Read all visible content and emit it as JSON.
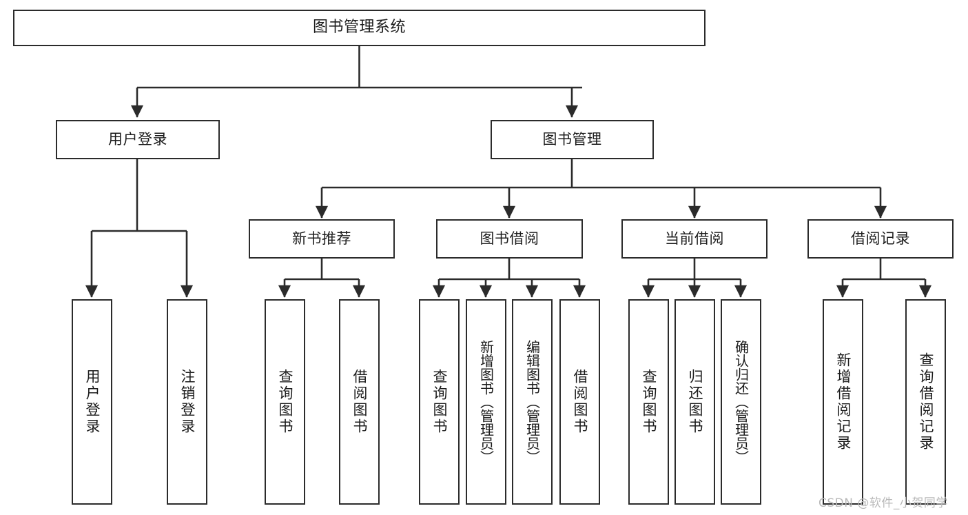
{
  "diagram": {
    "type": "hierarchy-tree",
    "title": "图书管理系统",
    "watermark": "CSDN @软件_小贺同学",
    "colors": {
      "box_border": "#2b2b2b",
      "box_fill": "#ffffff",
      "connector": "#2b2b2b",
      "text": "#1c1c1c",
      "watermark": "#b9b9b9",
      "background": "#ffffff"
    },
    "nodes": {
      "root": {
        "label": "图书管理系统"
      },
      "level1": [
        {
          "id": "user-login",
          "label": "用户登录"
        },
        {
          "id": "book-management",
          "label": "图书管理"
        }
      ],
      "level2": [
        {
          "id": "new-book-recommend",
          "label": "新书推荐"
        },
        {
          "id": "book-borrow",
          "label": "图书借阅"
        },
        {
          "id": "current-borrow",
          "label": "当前借阅"
        },
        {
          "id": "borrow-record",
          "label": "借阅记录"
        }
      ],
      "leaves": {
        "user-login": [
          {
            "id": "leaf-user-login",
            "label": "用户登录"
          },
          {
            "id": "leaf-logout-login",
            "label": "注销登录"
          }
        ],
        "new-book-recommend": [
          {
            "id": "leaf-query-book-1",
            "label": "查询图书"
          },
          {
            "id": "leaf-borrow-book-1",
            "label": "借阅图书"
          }
        ],
        "book-borrow": [
          {
            "id": "leaf-query-book-2",
            "label": "查询图书"
          },
          {
            "id": "leaf-add-book",
            "label": "新增图书（管理员）"
          },
          {
            "id": "leaf-edit-book",
            "label": "编辑图书（管理员）"
          },
          {
            "id": "leaf-borrow-book-2",
            "label": "借阅图书"
          }
        ],
        "current-borrow": [
          {
            "id": "leaf-query-book-3",
            "label": "查询图书"
          },
          {
            "id": "leaf-return-book",
            "label": "归还图书"
          },
          {
            "id": "leaf-confirm-return",
            "label": "确认归还（管理员）"
          }
        ],
        "borrow-record": [
          {
            "id": "leaf-add-record",
            "label": "新增借阅记录"
          },
          {
            "id": "leaf-query-record",
            "label": "查询借阅记录"
          }
        ]
      }
    }
  }
}
